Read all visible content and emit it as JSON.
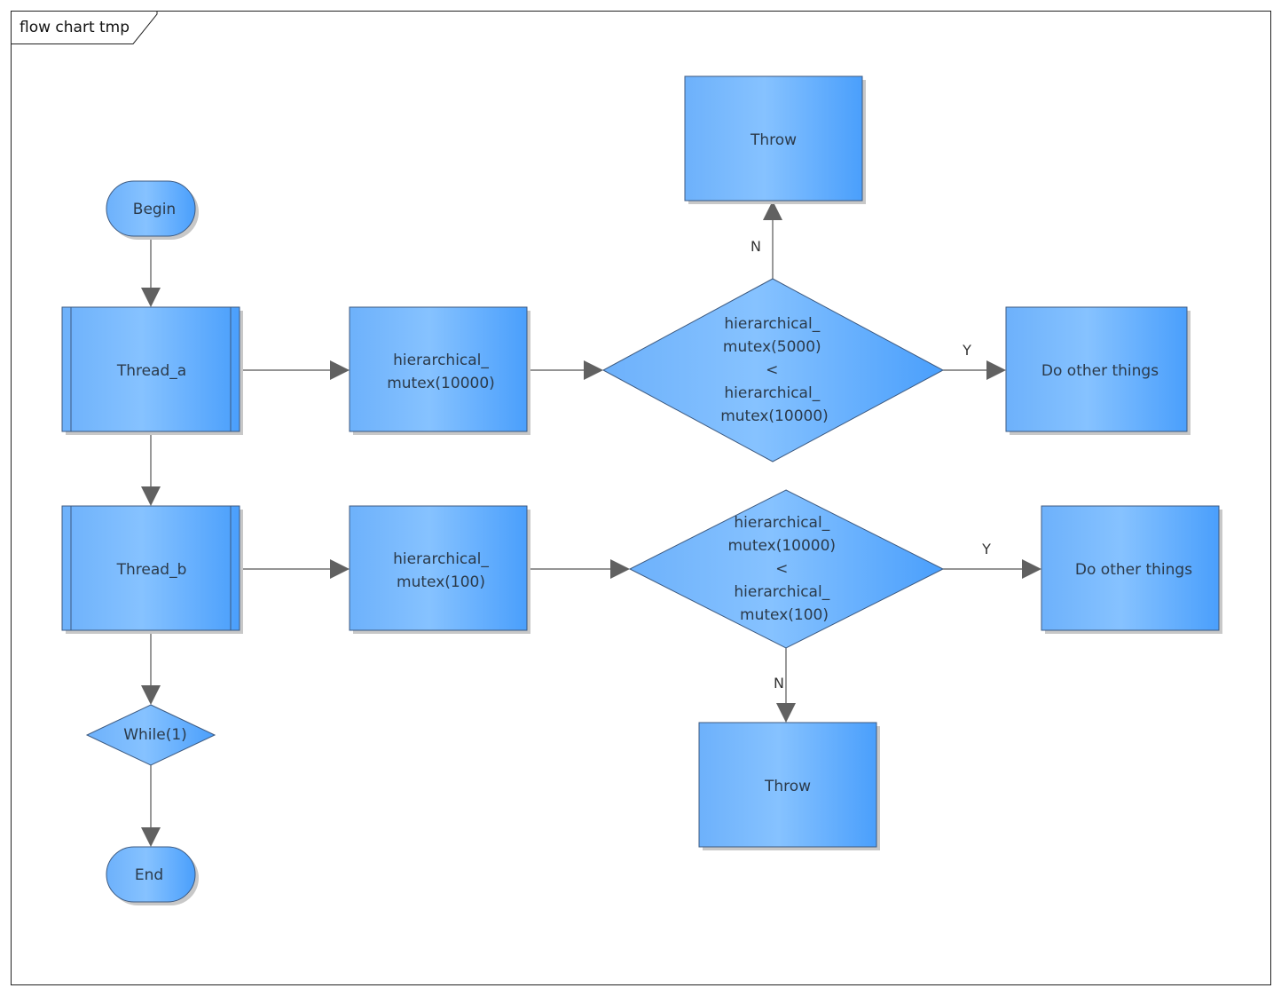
{
  "frame": {
    "title": "flow chart tmp"
  },
  "colors": {
    "gradient_left": "#6db1fb",
    "gradient_mid": "#86c2ff",
    "gradient_right": "#4a9ffc",
    "stroke": "#3d5a80",
    "arrow": "#616161"
  },
  "nodes": {
    "begin": "Begin",
    "thread_a": "Thread_a",
    "mutex_a": [
      "hierarchical_",
      "mutex(10000)"
    ],
    "decision_a": [
      "hierarchical_",
      "mutex(5000)",
      "<",
      "hierarchical_",
      "mutex(10000)"
    ],
    "throw_a": "Throw",
    "other_a": "Do other things",
    "thread_b": "Thread_b",
    "mutex_b": [
      "hierarchical_",
      "mutex(100)"
    ],
    "decision_b": [
      "hierarchical_",
      "mutex(10000)",
      "<",
      "hierarchical_",
      "mutex(100)"
    ],
    "throw_b": "Throw",
    "other_b": "Do other things",
    "while": "While(1)",
    "end": "End"
  },
  "edges": {
    "a_no": "N",
    "a_yes": "Y",
    "b_no": "N",
    "b_yes": "Y"
  }
}
